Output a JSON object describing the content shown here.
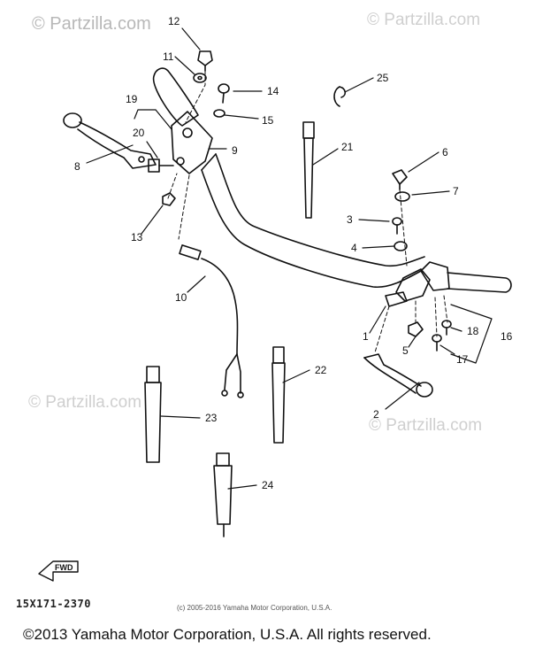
{
  "watermarks": {
    "top_left": "© Partzilla.com",
    "top_right": "© Partzilla.com",
    "mid_left": "© Partzilla.com",
    "mid_right": "© Partzilla.com"
  },
  "callouts": [
    "1",
    "2",
    "3",
    "4",
    "5",
    "6",
    "7",
    "8",
    "9",
    "10",
    "11",
    "12",
    "13",
    "14",
    "15",
    "16",
    "17",
    "18",
    "19",
    "20",
    "21",
    "22",
    "23",
    "24",
    "25"
  ],
  "fwd_marker": "FWD",
  "diagram_number": "15X171-2370",
  "credit": "(c) 2005-2016 Yamaha Motor Corporation, U.S.A.",
  "footer": "©2013 Yamaha Motor Corporation, U.S.A. All rights reserved."
}
